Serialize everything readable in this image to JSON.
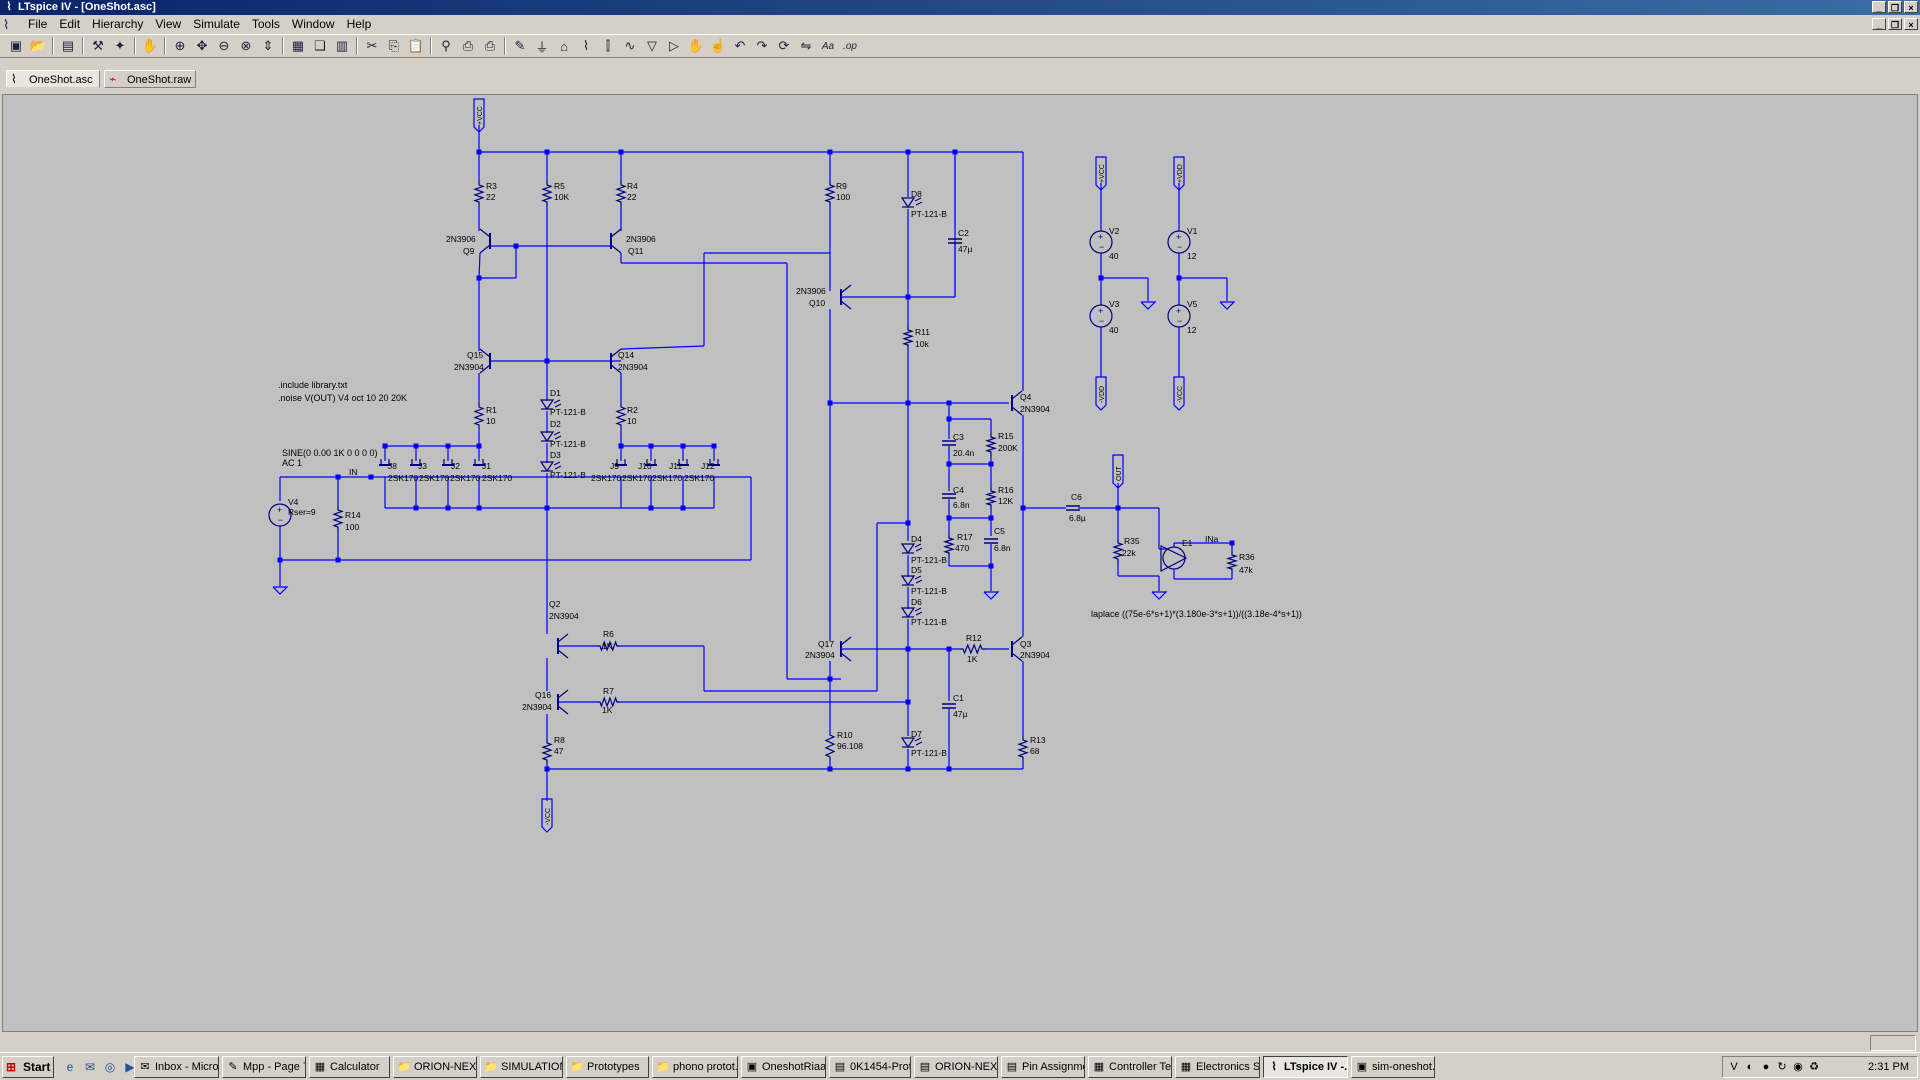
{
  "window": {
    "title": "LTspice IV - [OneShot.asc]"
  },
  "menu": [
    "File",
    "Edit",
    "Hierarchy",
    "View",
    "Simulate",
    "Tools",
    "Window",
    "Help"
  ],
  "toolbar_icons": [
    "new-schematic-icon",
    "open-icon",
    "save-icon",
    "control-panel-icon",
    "run-icon",
    "halt-icon",
    "zoom-in-icon",
    "pan-icon",
    "zoom-out-icon",
    "zoom-fit-icon",
    "autorange-icon",
    "tile-icon",
    "cascade-icon",
    "tile-horizontal-icon",
    "cut-icon",
    "copy-icon",
    "paste-icon",
    "find-icon",
    "print-preview-icon",
    "print-icon",
    "wire-icon",
    "ground-icon",
    "label-net-icon",
    "resistor-icon",
    "capacitor-icon",
    "inductor-icon",
    "diode-icon",
    "component-icon",
    "move-icon",
    "drag-icon",
    "undo-icon",
    "redo-icon",
    "rotate-icon",
    "mirror-icon",
    "text-icon",
    "spice-directive-icon"
  ],
  "tabs": [
    {
      "label": "OneShot.asc"
    },
    {
      "label": "OneShot.raw"
    }
  ],
  "schematic": {
    "directives": [
      ".include library.txt",
      ".noise V(OUT) V4 oct 10 20 20K"
    ],
    "source_spec": [
      "SINE(0 0.00 1K 0 0 0 0)",
      "AC 1"
    ],
    "laplace": "laplace ((75e-6*s+1)*(3.180e-3*s+1))/((3.18e-4*s+1))",
    "labels": [
      {
        "t": "R3"
      },
      {
        "t": "22"
      },
      {
        "t": "R5"
      },
      {
        "t": "10K"
      },
      {
        "t": "R4"
      },
      {
        "t": "22"
      },
      {
        "t": "2N3906"
      },
      {
        "t": "Q9"
      },
      {
        "t": "2N3906"
      },
      {
        "t": "Q11"
      },
      {
        "t": "Q15"
      },
      {
        "t": "2N3904"
      },
      {
        "t": "Q14"
      },
      {
        "t": "2N3904"
      },
      {
        "t": "R1"
      },
      {
        "t": "10"
      },
      {
        "t": "R2"
      },
      {
        "t": "10"
      },
      {
        "t": "D1"
      },
      {
        "t": "PT-121-B"
      },
      {
        "t": "D2"
      },
      {
        "t": "PT-121-B"
      },
      {
        "t": "D3"
      },
      {
        "t": "PT-121-B"
      },
      {
        "t": "J8"
      },
      {
        "t": "J3"
      },
      {
        "t": "J2"
      },
      {
        "t": "J1"
      },
      {
        "t": "J9"
      },
      {
        "t": "J10"
      },
      {
        "t": "J11"
      },
      {
        "t": "J12"
      },
      {
        "t": "2SK170"
      },
      {
        "t": "2SK170"
      },
      {
        "t": "2SK170"
      },
      {
        "t": "2SK170"
      },
      {
        "t": "2SK170"
      },
      {
        "t": "2SK170"
      },
      {
        "t": "2SK170"
      },
      {
        "t": "2SK170"
      },
      {
        "t": "IN"
      },
      {
        "t": "V4"
      },
      {
        "t": "Rser=9"
      },
      {
        "t": "R14"
      },
      {
        "t": "100"
      },
      {
        "t": "Q2"
      },
      {
        "t": "2N3904"
      },
      {
        "t": "R6"
      },
      {
        "t": "1K"
      },
      {
        "t": "Q16"
      },
      {
        "t": "2N3904"
      },
      {
        "t": "R7"
      },
      {
        "t": "1K"
      },
      {
        "t": "R8"
      },
      {
        "t": "47"
      },
      {
        "t": "R9"
      },
      {
        "t": "100"
      },
      {
        "t": "D8"
      },
      {
        "t": "PT-121-B"
      },
      {
        "t": "C2"
      },
      {
        "t": "47µ"
      },
      {
        "t": "2N3906"
      },
      {
        "t": "Q10"
      },
      {
        "t": "R11"
      },
      {
        "t": "10k"
      },
      {
        "t": "Q4"
      },
      {
        "t": "2N3904"
      },
      {
        "t": "C3"
      },
      {
        "t": "20.4n"
      },
      {
        "t": "R15"
      },
      {
        "t": "200K"
      },
      {
        "t": "C4"
      },
      {
        "t": "6.8n"
      },
      {
        "t": "R16"
      },
      {
        "t": "12K"
      },
      {
        "t": "R17"
      },
      {
        "t": "470"
      },
      {
        "t": "C5"
      },
      {
        "t": "6.8n"
      },
      {
        "t": "D4"
      },
      {
        "t": "PT-121-B"
      },
      {
        "t": "D5"
      },
      {
        "t": "PT-121-B"
      },
      {
        "t": "D6"
      },
      {
        "t": "PT-121-B"
      },
      {
        "t": "Q17"
      },
      {
        "t": "2N3904"
      },
      {
        "t": "R12"
      },
      {
        "t": "1K"
      },
      {
        "t": "Q3"
      },
      {
        "t": "2N3904"
      },
      {
        "t": "C1"
      },
      {
        "t": "47µ"
      },
      {
        "t": "R10"
      },
      {
        "t": "96.108"
      },
      {
        "t": "D7"
      },
      {
        "t": "PT-121-B"
      },
      {
        "t": "R13"
      },
      {
        "t": "68"
      },
      {
        "t": "C6"
      },
      {
        "t": "6.8µ"
      },
      {
        "t": "R35"
      },
      {
        "t": "22k"
      },
      {
        "t": "E1"
      },
      {
        "t": "INa"
      },
      {
        "t": "R36"
      },
      {
        "t": "47k"
      },
      {
        "t": "V2"
      },
      {
        "t": "40"
      },
      {
        "t": "V3"
      },
      {
        "t": "40"
      },
      {
        "t": "V1"
      },
      {
        "t": "12"
      },
      {
        "t": "V5"
      },
      {
        "t": "12"
      }
    ],
    "net_flags": [
      "+VCC",
      "+VCC",
      "+VDD",
      "-VCC",
      "-VDD",
      "-VCC",
      "OUT"
    ],
    "colors": {
      "wire": "#0000ff",
      "component": "#000080",
      "background": "#c0c0c0",
      "text": "#000000"
    }
  },
  "taskbar": {
    "start": "Start",
    "tasks": [
      "Inbox - Micro...",
      "Mpp - Page 7...",
      "Calculator",
      "ORION-NEXUS",
      "SIMULATION",
      "Prototypes",
      "phono protot...",
      "OneshotRiaa...",
      "0K1454-Prot...",
      "ORION-NEXU...",
      "Pin Assignme...",
      "Controller Te...",
      "Electronics S...",
      "LTspice IV -...",
      "sim-oneshot...."
    ],
    "clock": "2:31 PM"
  }
}
